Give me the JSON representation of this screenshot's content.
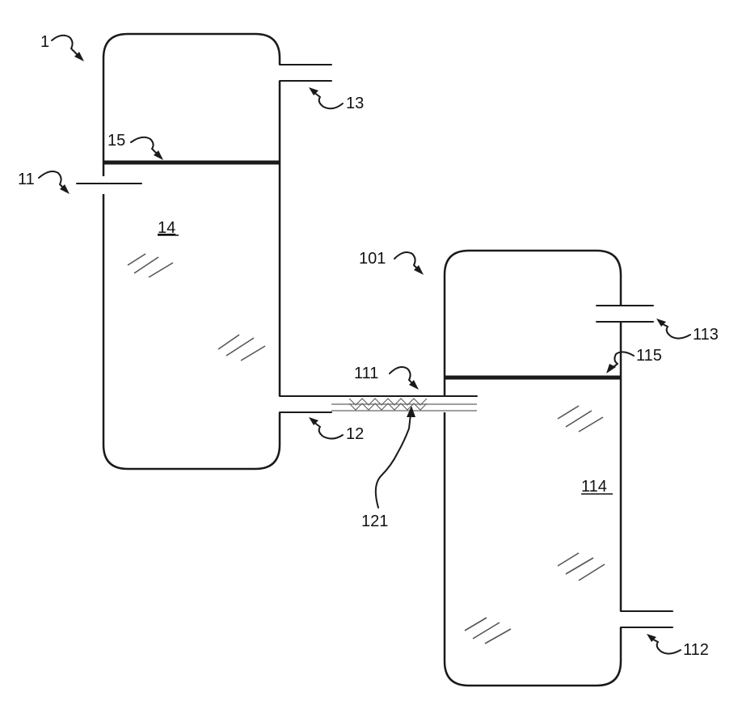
{
  "labels": {
    "vessel_1": "1",
    "inlet_11": "11",
    "outlet_12": "12",
    "outlet_13": "13",
    "interior_14": "14",
    "level_15": "15",
    "vessel_101": "101",
    "inlet_111": "111",
    "outlet_112": "112",
    "outlet_113": "113",
    "interior_114": "114",
    "level_115": "115",
    "filter_121": "121"
  },
  "colors": {
    "line": "#1a1a1a",
    "background": "#ffffff"
  }
}
